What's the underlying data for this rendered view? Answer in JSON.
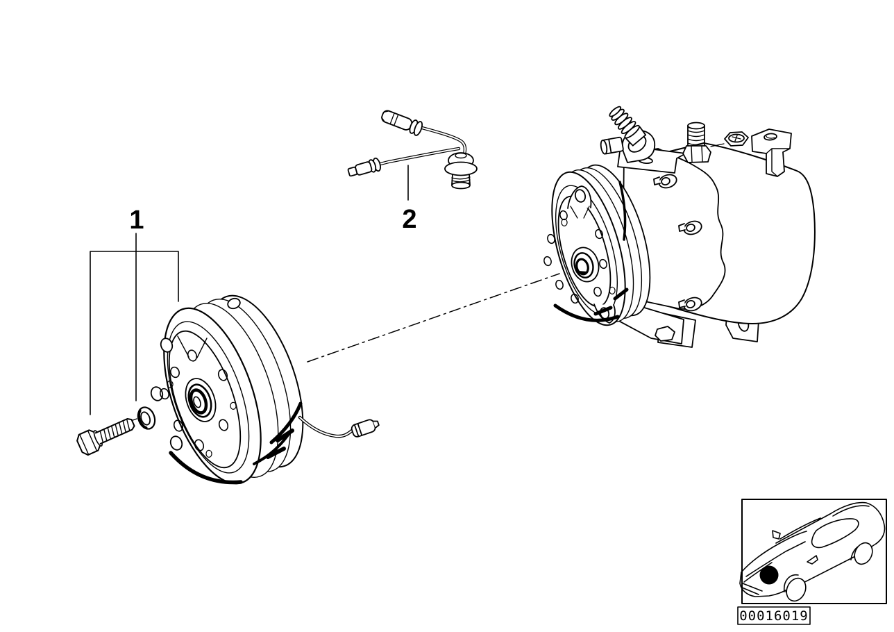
{
  "diagram": {
    "type": "exploded-parts-diagram",
    "background_color": "#ffffff",
    "line_color": "#000000",
    "callouts": [
      {
        "label": "1"
      },
      {
        "label": "2"
      }
    ],
    "inset": {
      "icon": "car-front-three-quarter-icon",
      "marker_icon": "location-dot-icon",
      "code": "00016019"
    }
  }
}
